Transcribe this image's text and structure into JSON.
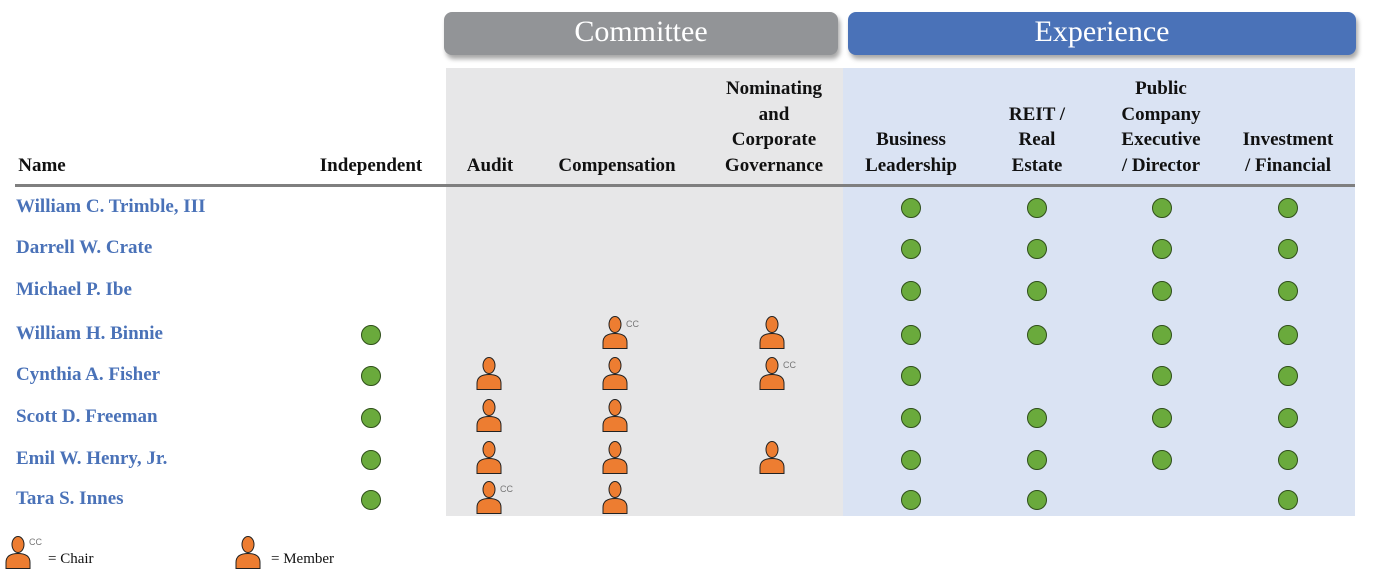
{
  "banners": {
    "committee": "Committee",
    "experience": "Experience"
  },
  "columns": {
    "name": "Name",
    "independent": "Independent",
    "audit": "Audit",
    "compensation": "Compensation",
    "nominating": "Nominating\nand\nCorporate\nGovernance",
    "business": "Business\nLeadership",
    "reit": "REIT /\nReal\nEstate",
    "public": "Public\nCompany\nExecutive\n/ Director",
    "investment": "Investment\n/ Financial"
  },
  "chair_mark": "CC",
  "colors": {
    "name": "#4a72b8",
    "dot": "#6aaa3c",
    "person": "#ed7d31",
    "committee": "#929497",
    "experience": "#4a72b8"
  },
  "rows": [
    {
      "name": "William C. Trimble, III",
      "independent": false,
      "audit": "",
      "compensation": "",
      "nominating": "",
      "business": true,
      "reit": true,
      "public": true,
      "investment": true
    },
    {
      "name": "Darrell W. Crate",
      "independent": false,
      "audit": "",
      "compensation": "",
      "nominating": "",
      "business": true,
      "reit": true,
      "public": true,
      "investment": true
    },
    {
      "name": "Michael P. Ibe",
      "independent": false,
      "audit": "",
      "compensation": "",
      "nominating": "",
      "business": true,
      "reit": true,
      "public": true,
      "investment": true
    },
    {
      "name": "William H. Binnie",
      "independent": true,
      "audit": "",
      "compensation": "chair",
      "nominating": "member",
      "business": true,
      "reit": true,
      "public": true,
      "investment": true
    },
    {
      "name": "Cynthia A. Fisher",
      "independent": true,
      "audit": "member",
      "compensation": "member",
      "nominating": "chair",
      "business": true,
      "reit": false,
      "public": true,
      "investment": true
    },
    {
      "name": "Scott D. Freeman",
      "independent": true,
      "audit": "member",
      "compensation": "member",
      "nominating": "",
      "business": true,
      "reit": true,
      "public": true,
      "investment": true
    },
    {
      "name": "Emil W. Henry, Jr.",
      "independent": true,
      "audit": "member",
      "compensation": "member",
      "nominating": "member",
      "business": true,
      "reit": true,
      "public": true,
      "investment": true
    },
    {
      "name": "Tara S. Innes",
      "independent": true,
      "audit": "chair",
      "compensation": "member",
      "nominating": "",
      "business": true,
      "reit": true,
      "public": false,
      "investment": true
    }
  ],
  "legend": {
    "chair": "= Chair",
    "member": "= Member"
  }
}
